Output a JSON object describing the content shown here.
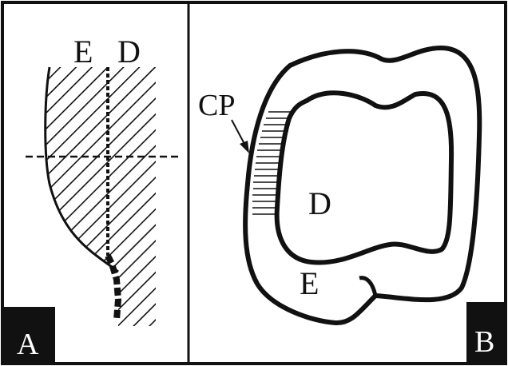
{
  "figure": {
    "panels": [
      {
        "letter": "A",
        "labels": {
          "enamel": "E",
          "dentin": "D"
        }
      },
      {
        "letter": "B",
        "labels": {
          "pulp_cap": "CP",
          "dentin": "D",
          "enamel": "E"
        }
      }
    ]
  }
}
